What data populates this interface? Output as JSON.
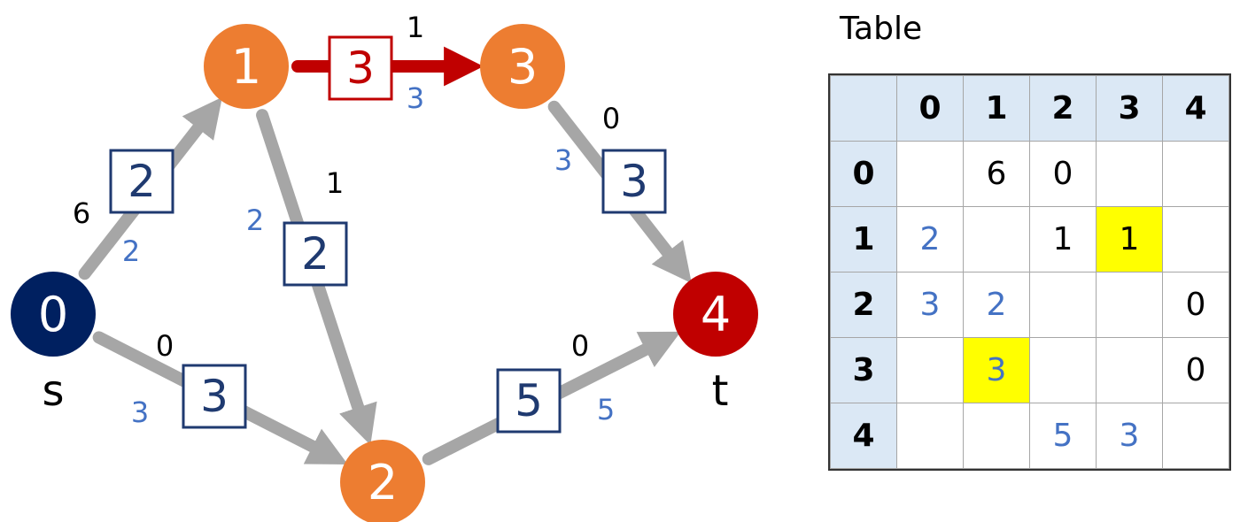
{
  "colors": {
    "edge_gray": "#a6a6a6",
    "edge_highlight": "#c00000",
    "node_source": "#002060",
    "node_sink": "#c00000",
    "node_inner": "#ed7d31",
    "box_border": "#1f3a70",
    "blue_text": "#4472c4",
    "header_fill": "#dbe8f5",
    "highlight_fill": "#ffff00"
  },
  "graph": {
    "nodes": [
      {
        "id": "0",
        "label": "0",
        "sublabel": "s",
        "role": "source"
      },
      {
        "id": "1",
        "label": "1",
        "sublabel": "",
        "role": "inner"
      },
      {
        "id": "2",
        "label": "2",
        "sublabel": "",
        "role": "inner"
      },
      {
        "id": "3",
        "label": "3",
        "sublabel": "",
        "role": "inner"
      },
      {
        "id": "4",
        "label": "4",
        "sublabel": "t",
        "role": "sink"
      }
    ],
    "edges": [
      {
        "from": "0",
        "to": "1",
        "capacity": "2",
        "forward_residual": "6",
        "backward_residual": "2",
        "highlighted": false
      },
      {
        "from": "0",
        "to": "2",
        "capacity": "3",
        "forward_residual": "0",
        "backward_residual": "3",
        "highlighted": false
      },
      {
        "from": "1",
        "to": "2",
        "capacity": "2",
        "forward_residual": "1",
        "backward_residual": "2",
        "highlighted": false
      },
      {
        "from": "1",
        "to": "3",
        "capacity": "3",
        "forward_residual": "1",
        "backward_residual": "3",
        "highlighted": true
      },
      {
        "from": "2",
        "to": "4",
        "capacity": "5",
        "forward_residual": "0",
        "backward_residual": "5",
        "highlighted": false
      },
      {
        "from": "3",
        "to": "4",
        "capacity": "3",
        "forward_residual": "0",
        "backward_residual": "3",
        "highlighted": false
      }
    ]
  },
  "table": {
    "title": "Table",
    "col_headers": [
      "0",
      "1",
      "2",
      "3",
      "4"
    ],
    "rows": [
      {
        "header": "0",
        "cells": [
          {
            "value": "",
            "style": "black",
            "highlight": false
          },
          {
            "value": "6",
            "style": "black",
            "highlight": false
          },
          {
            "value": "0",
            "style": "black",
            "highlight": false
          },
          {
            "value": "",
            "style": "black",
            "highlight": false
          },
          {
            "value": "",
            "style": "black",
            "highlight": false
          }
        ]
      },
      {
        "header": "1",
        "cells": [
          {
            "value": "2",
            "style": "blue",
            "highlight": false
          },
          {
            "value": "",
            "style": "black",
            "highlight": false
          },
          {
            "value": "1",
            "style": "black",
            "highlight": false
          },
          {
            "value": "1",
            "style": "black",
            "highlight": true
          },
          {
            "value": "",
            "style": "black",
            "highlight": false
          }
        ]
      },
      {
        "header": "2",
        "cells": [
          {
            "value": "3",
            "style": "blue",
            "highlight": false
          },
          {
            "value": "2",
            "style": "blue",
            "highlight": false
          },
          {
            "value": "",
            "style": "black",
            "highlight": false
          },
          {
            "value": "",
            "style": "black",
            "highlight": false
          },
          {
            "value": "0",
            "style": "black",
            "highlight": false
          }
        ]
      },
      {
        "header": "3",
        "cells": [
          {
            "value": "",
            "style": "black",
            "highlight": false
          },
          {
            "value": "3",
            "style": "blue",
            "highlight": true
          },
          {
            "value": "",
            "style": "black",
            "highlight": false
          },
          {
            "value": "",
            "style": "black",
            "highlight": false
          },
          {
            "value": "0",
            "style": "black",
            "highlight": false
          }
        ]
      },
      {
        "header": "4",
        "cells": [
          {
            "value": "",
            "style": "black",
            "highlight": false
          },
          {
            "value": "",
            "style": "black",
            "highlight": false
          },
          {
            "value": "5",
            "style": "blue",
            "highlight": false
          },
          {
            "value": "3",
            "style": "blue",
            "highlight": false
          },
          {
            "value": "",
            "style": "black",
            "highlight": false
          }
        ]
      }
    ]
  }
}
